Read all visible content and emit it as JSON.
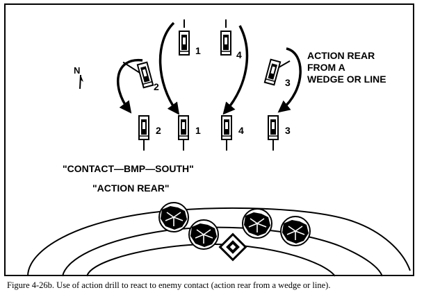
{
  "diagram": {
    "north_label": "N",
    "vehicle_numbers": [
      "1",
      "4",
      "2",
      "3"
    ],
    "formation_numbers": [
      "2",
      "1",
      "4",
      "3"
    ],
    "title_lines": [
      "ACTION REAR",
      "FROM A",
      "WEDGE OR LINE"
    ],
    "radio_call": "\"CONTACT—BMP—SOUTH\"",
    "command": "\"ACTION REAR\""
  },
  "caption": {
    "text": "Figure 4-26b.  Use of action drill to react to enemy contact (action rear from a wedge or line)."
  }
}
